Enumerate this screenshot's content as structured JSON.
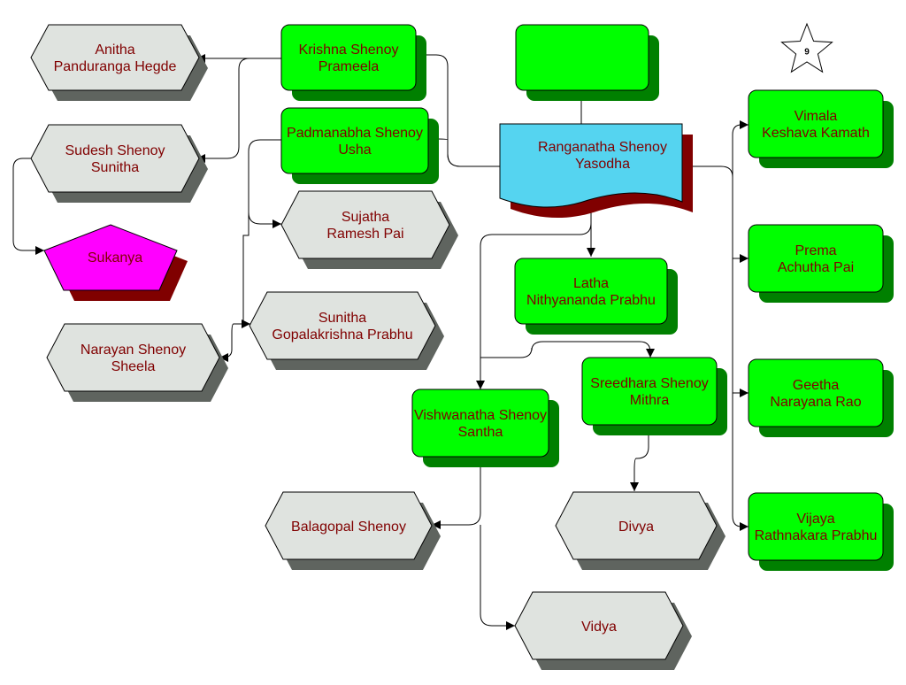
{
  "colors": {
    "green": "#00ff00",
    "green_shadow": "#008000",
    "hex_fill": "#dfe3df",
    "hex_shadow": "#5f645f",
    "root_fill": "#55d4f0",
    "root_shadow": "#800000",
    "pentagon_fill": "#ff00ff",
    "pentagon_shadow": "#800000",
    "text": "#800000"
  },
  "page_badge": {
    "icon": "star-icon",
    "number": "9"
  },
  "nodes": {
    "root": [
      "Ranganatha Shenoy",
      "Yasodha"
    ],
    "blank": [],
    "krishna": [
      "Krishna Shenoy",
      "Prameela"
    ],
    "padmanabha": [
      "Padmanabha Shenoy",
      "Usha"
    ],
    "latha": [
      "Latha",
      "Nithyananda Prabhu"
    ],
    "sreedhara": [
      "Sreedhara Shenoy",
      "Mithra"
    ],
    "vishwanatha": [
      "Vishwanatha Shenoy",
      "Santha"
    ],
    "vimala": [
      "Vimala",
      "Keshava Kamath"
    ],
    "prema": [
      "Prema",
      "Achutha Pai"
    ],
    "geetha": [
      "Geetha",
      "Narayana Rao"
    ],
    "vijaya": [
      "Vijaya",
      "Rathnakara Prabhu"
    ],
    "anitha": [
      "Anitha",
      "Panduranga Hegde"
    ],
    "sudesh": [
      "Sudesh Shenoy",
      "Sunitha"
    ],
    "sukanya": [
      "Sukanya"
    ],
    "narayan": [
      "Narayan Shenoy",
      "Sheela"
    ],
    "sujatha": [
      "Sujatha",
      "Ramesh Pai"
    ],
    "sunitha": [
      "Sunitha",
      "Gopalakrishna Prabhu"
    ],
    "balagopal": [
      "Balagopal Shenoy"
    ],
    "divya": [
      "Divya"
    ],
    "vidya": [
      "Vidya"
    ]
  }
}
